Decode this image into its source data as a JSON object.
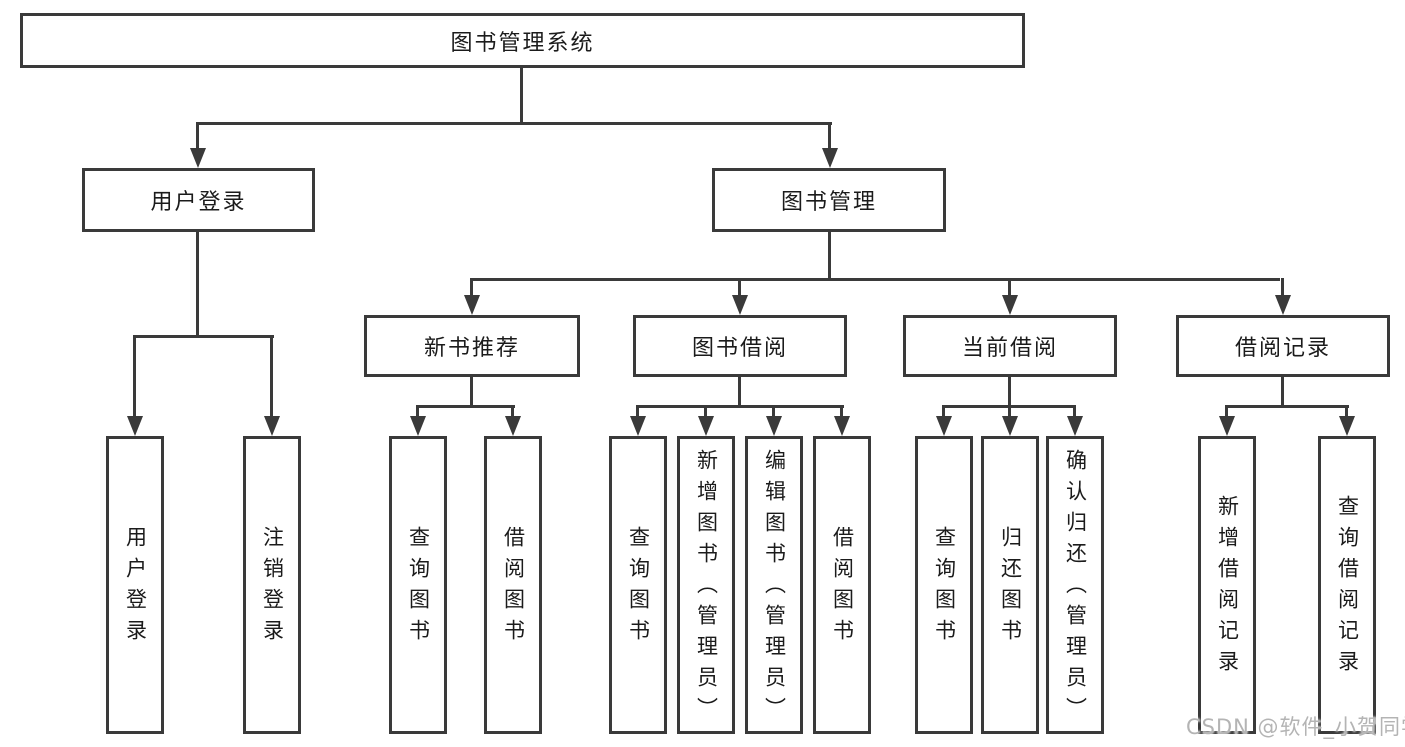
{
  "diagram": {
    "title": "图书管理系统",
    "root": {
      "label": "图书管理系统"
    },
    "branches": [
      {
        "label": "用户登录",
        "children": [
          {
            "label": "用户登录"
          },
          {
            "label": "注销登录"
          }
        ]
      },
      {
        "label": "图书管理",
        "children": [
          {
            "label": "新书推荐",
            "children": [
              {
                "label": "查询图书"
              },
              {
                "label": "借阅图书"
              }
            ]
          },
          {
            "label": "图书借阅",
            "children": [
              {
                "label": "查询图书"
              },
              {
                "label": "新增图书（管理员）"
              },
              {
                "label": "编辑图书（管理员）"
              },
              {
                "label": "借阅图书"
              }
            ]
          },
          {
            "label": "当前借阅",
            "children": [
              {
                "label": "查询图书"
              },
              {
                "label": "归还图书"
              },
              {
                "label": "确认归还（管理员）"
              }
            ]
          },
          {
            "label": "借阅记录",
            "children": [
              {
                "label": "新增借阅记录"
              },
              {
                "label": "查询借阅记录"
              }
            ]
          }
        ]
      }
    ]
  },
  "watermark": {
    "text": "CSDN @软件_小贺同学"
  },
  "colors": {
    "line": "#3a3a3a",
    "text": "#1b1b1b",
    "background": "#ffffff",
    "watermark": "#b4b4b4"
  }
}
